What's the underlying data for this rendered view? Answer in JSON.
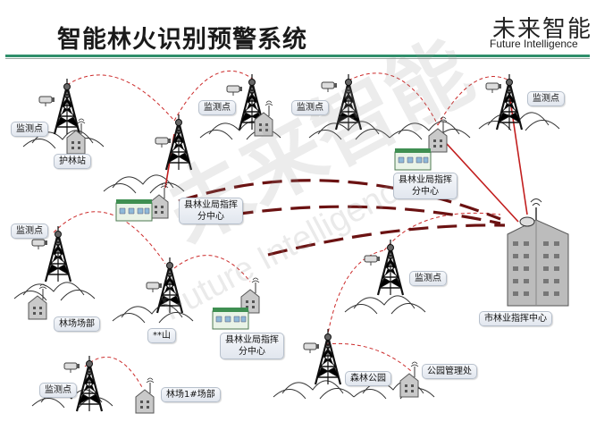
{
  "title": "智能林火识别预警系统",
  "brand": {
    "cn": "未来智能",
    "en": "Future Intelligence"
  },
  "watermark": {
    "cn": "未来智能",
    "en": "Future Intelligence"
  },
  "labels": {
    "jcd1": "监测点",
    "hlz": "护林站",
    "jcd2": "监测点",
    "jcd3": "监测点",
    "jcd4": "监测点",
    "county1": "县林业局指挥\n分中心",
    "county2": "县林业局指挥\n分中心",
    "jcd5": "监测点",
    "lcb": "林场场部",
    "shan": "**山",
    "county3": "县林业局指挥\n分中心",
    "jcd6": "监测点",
    "city": "市林业指挥中心",
    "jcd7": "监测点",
    "lc1": "林场1#场部",
    "slgy": "森林公园",
    "gyglc": "公园管理处"
  },
  "colors": {
    "link": "#cc2b2b",
    "trunk": "#6b1212",
    "accent": "#2f8f6b"
  }
}
